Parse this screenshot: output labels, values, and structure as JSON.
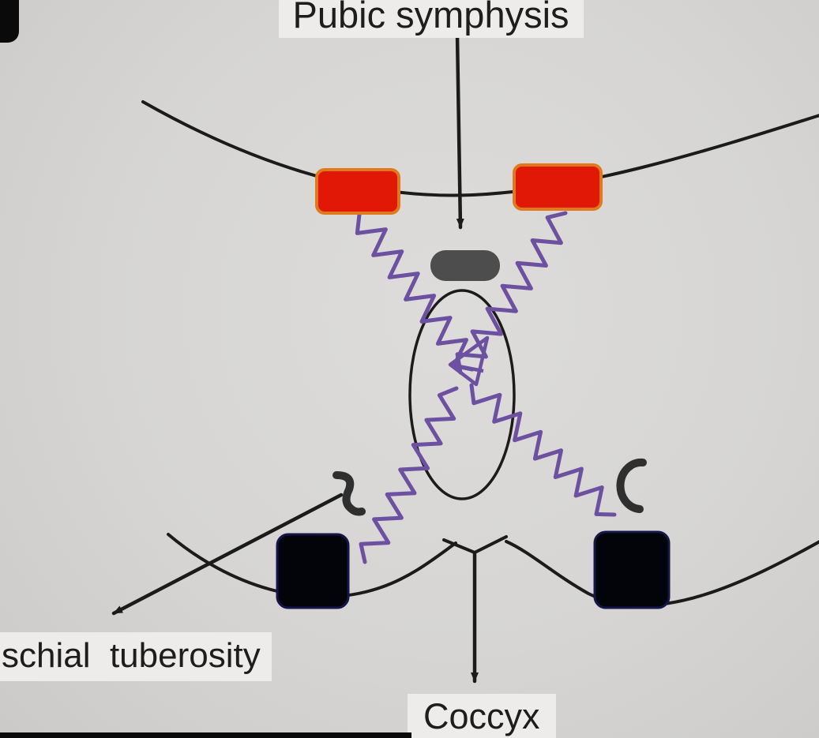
{
  "diagram": {
    "labels": {
      "pubic_symphysis": "Pubic symphysis",
      "ischial_tuberosity": "schial  tuberosity",
      "coccyx": "Coccyx"
    },
    "colors": {
      "background": "#d6d5d3",
      "line": "#1b1b1b",
      "spring": "#6c51a1",
      "red_fill": "#e11806",
      "red_border": "#e0791c",
      "square_fill": "#03030a",
      "square_border": "#15154a",
      "blob": "#4d4d4d",
      "hook": "#2f2f2f",
      "label_text": "#1d1d1d",
      "label_bg": "#edecea",
      "bottom_bar": "#0a0a0a"
    }
  }
}
